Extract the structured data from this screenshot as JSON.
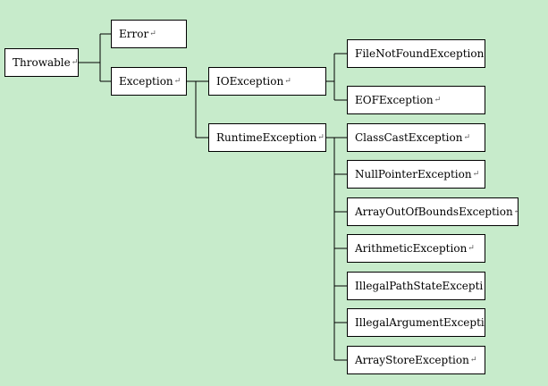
{
  "diagram": {
    "colors": {
      "background": "#c7ebcb",
      "box_fill": "#ffffff",
      "line": "#000000"
    },
    "nodes": [
      {
        "id": "throwable",
        "label": "Throwable",
        "mark": "↵"
      },
      {
        "id": "error",
        "label": "Error",
        "mark": "↵"
      },
      {
        "id": "exception",
        "label": "Exception",
        "mark": "↵"
      },
      {
        "id": "ioexception",
        "label": "IOException",
        "mark": "↵"
      },
      {
        "id": "runtimeexception",
        "label": "RuntimeException",
        "mark": "↵"
      },
      {
        "id": "filenotfound",
        "label": "FileNotFoundException",
        "mark": "↵"
      },
      {
        "id": "eof",
        "label": "EOFException",
        "mark": "↵"
      },
      {
        "id": "classcast",
        "label": "ClassCastException",
        "mark": "↵"
      },
      {
        "id": "nullpointer",
        "label": "NullPointerException",
        "mark": "↵"
      },
      {
        "id": "arrayoutofbounds",
        "label": "ArrayOutOfBoundsException",
        "mark": "↵"
      },
      {
        "id": "arithmetic",
        "label": "ArithmeticException",
        "mark": "↵"
      },
      {
        "id": "illegalpathstate",
        "label": "IllegalPathStateExcepti",
        "mark": ""
      },
      {
        "id": "illegalargument",
        "label": "IllegalArgumentExcepti",
        "mark": ""
      },
      {
        "id": "arraystore",
        "label": "ArrayStoreException",
        "mark": "↵"
      }
    ]
  }
}
